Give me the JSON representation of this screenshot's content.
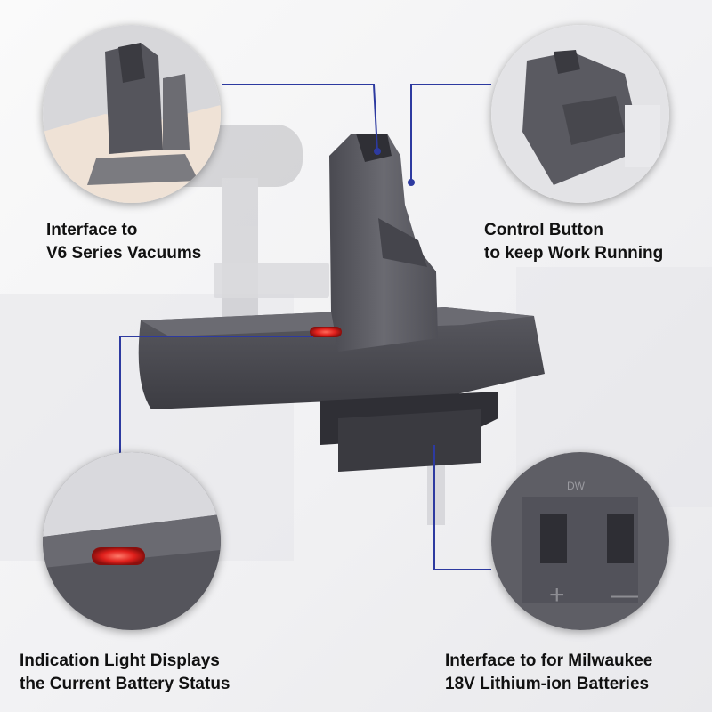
{
  "callouts": {
    "top_left": {
      "line1": "Interface to",
      "line2": "V6 Series Vacuums"
    },
    "top_right": {
      "line1": "Control Button",
      "line2": "to keep Work Running"
    },
    "bottom_left": {
      "line1": "Indication Light Displays",
      "line2": "the Current Battery Status"
    },
    "bottom_right": {
      "line1": "Interface to for Milwaukee",
      "line2": "18V Lithium-ion Batteries"
    }
  },
  "adapter_markings": {
    "dw_label": "DW",
    "plus": "+",
    "minus": "—"
  },
  "colors": {
    "adapter_body": "#4e4e55",
    "adapter_shadow": "#34343a",
    "stem_body": "#5b5b62",
    "callout_line": "#2d3aa0",
    "led_red": "#e0201c",
    "caption_text": "#111111"
  }
}
